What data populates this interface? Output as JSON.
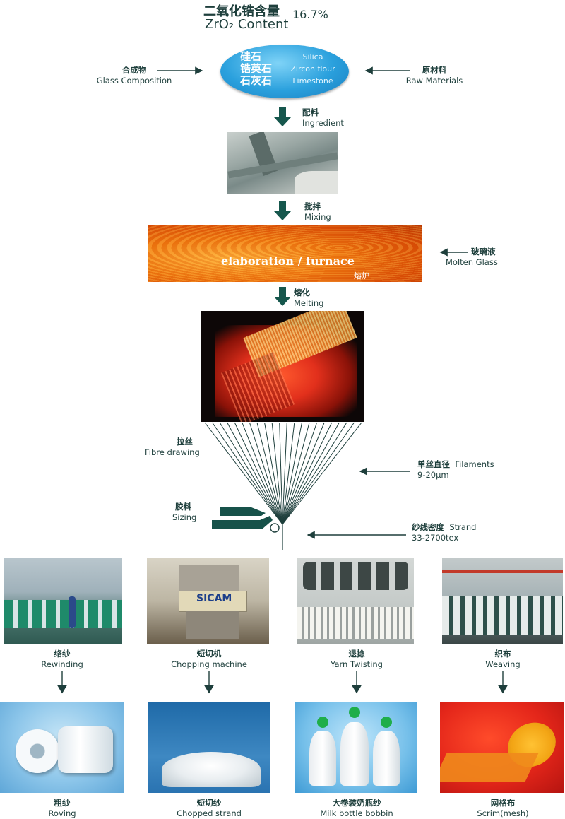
{
  "header": {
    "title_zh": "二氧化锆含量",
    "title_en": "ZrO₂ Content",
    "value": "16.7%"
  },
  "composition": {
    "left_zh": "合成物",
    "left_en": "Glass Composition",
    "right_zh": "原材料",
    "right_en": "Raw Materials",
    "materials_zh": [
      "硅石",
      "锆英石",
      "石灰石"
    ],
    "materials_en": [
      "Silica",
      "Zircon flour",
      "Limestone"
    ]
  },
  "steps": {
    "ingredient_zh": "配料",
    "ingredient_en": "Ingredient",
    "mixing_zh": "搅拌",
    "mixing_en": "Mixing",
    "furnace_label": "elaboration / furnace",
    "furnace_zh": "熔炉",
    "molten_zh": "玻璃液",
    "molten_en": "Molten Glass",
    "melting_zh": "熔化",
    "melting_en": "Melting",
    "drawing_zh": "拉丝",
    "drawing_en": "Fibre drawing",
    "filaments_zh": "单丝直径",
    "filaments_en": "Filaments",
    "filaments_val": "9-20µm",
    "sizing_zh": "胶料",
    "sizing_en": "Sizing",
    "strand_zh": "纱线密度",
    "strand_en": "Strand",
    "strand_val": "33-2700tex"
  },
  "processes": [
    {
      "zh": "络纱",
      "en": "Rewinding",
      "product_zh": "粗纱",
      "product_en": "Roving"
    },
    {
      "zh": "短切机",
      "en": "Chopping machine",
      "product_zh": "短切纱",
      "product_en": "Chopped strand"
    },
    {
      "zh": "退捻",
      "en": "Yarn Twisting",
      "product_zh": "大卷装奶瓶纱",
      "product_en": "Milk bottle bobbin"
    },
    {
      "zh": "织布",
      "en": "Weaving",
      "product_zh": "网格布",
      "product_en": "Scrim(mesh)"
    }
  ],
  "machine_brand": "SICAM"
}
